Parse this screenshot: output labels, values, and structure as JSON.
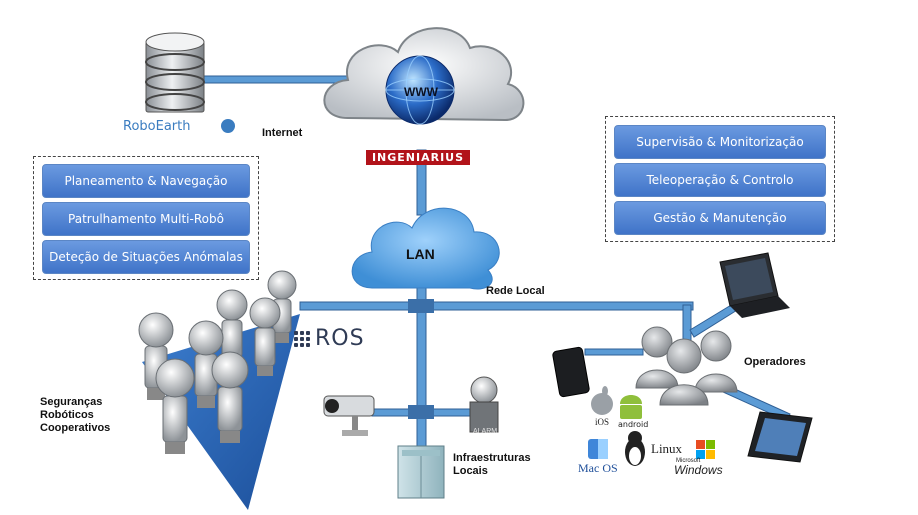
{
  "nodes": {
    "internet": "Internet",
    "www": "WWW",
    "lan": "LAN",
    "rede_local": "Rede Local",
    "operadores": "Operadores",
    "infraestruturas": "Infraestruturas Locais",
    "segurancas": "Seguranças Robóticos Cooperativos",
    "ros": "ROS",
    "alarm": "ALARM"
  },
  "brands": {
    "roboearth": "RoboEarth",
    "ingeniarius": "INGENIARIUS"
  },
  "left_group": {
    "items": [
      "Planeamento & Navegação",
      "Patrulhamento Multi-Robô",
      "Deteção de Situações Anómalas"
    ]
  },
  "right_group": {
    "items": [
      "Supervisão & Monitorização",
      "Teleoperação & Controlo",
      "Gestão & Manutenção"
    ]
  },
  "platforms": {
    "ios": "iOS",
    "android": "android",
    "macos": "Mac OS",
    "linux": "Linux",
    "windows": "Windows",
    "windows_brand": "Microsoft"
  },
  "colors": {
    "link": "#5b9bd5",
    "link_border": "#2f5f95",
    "button": "#4a7fd0",
    "lan_cloud": "#5aa5e2",
    "brand_red": "#b2131a"
  }
}
